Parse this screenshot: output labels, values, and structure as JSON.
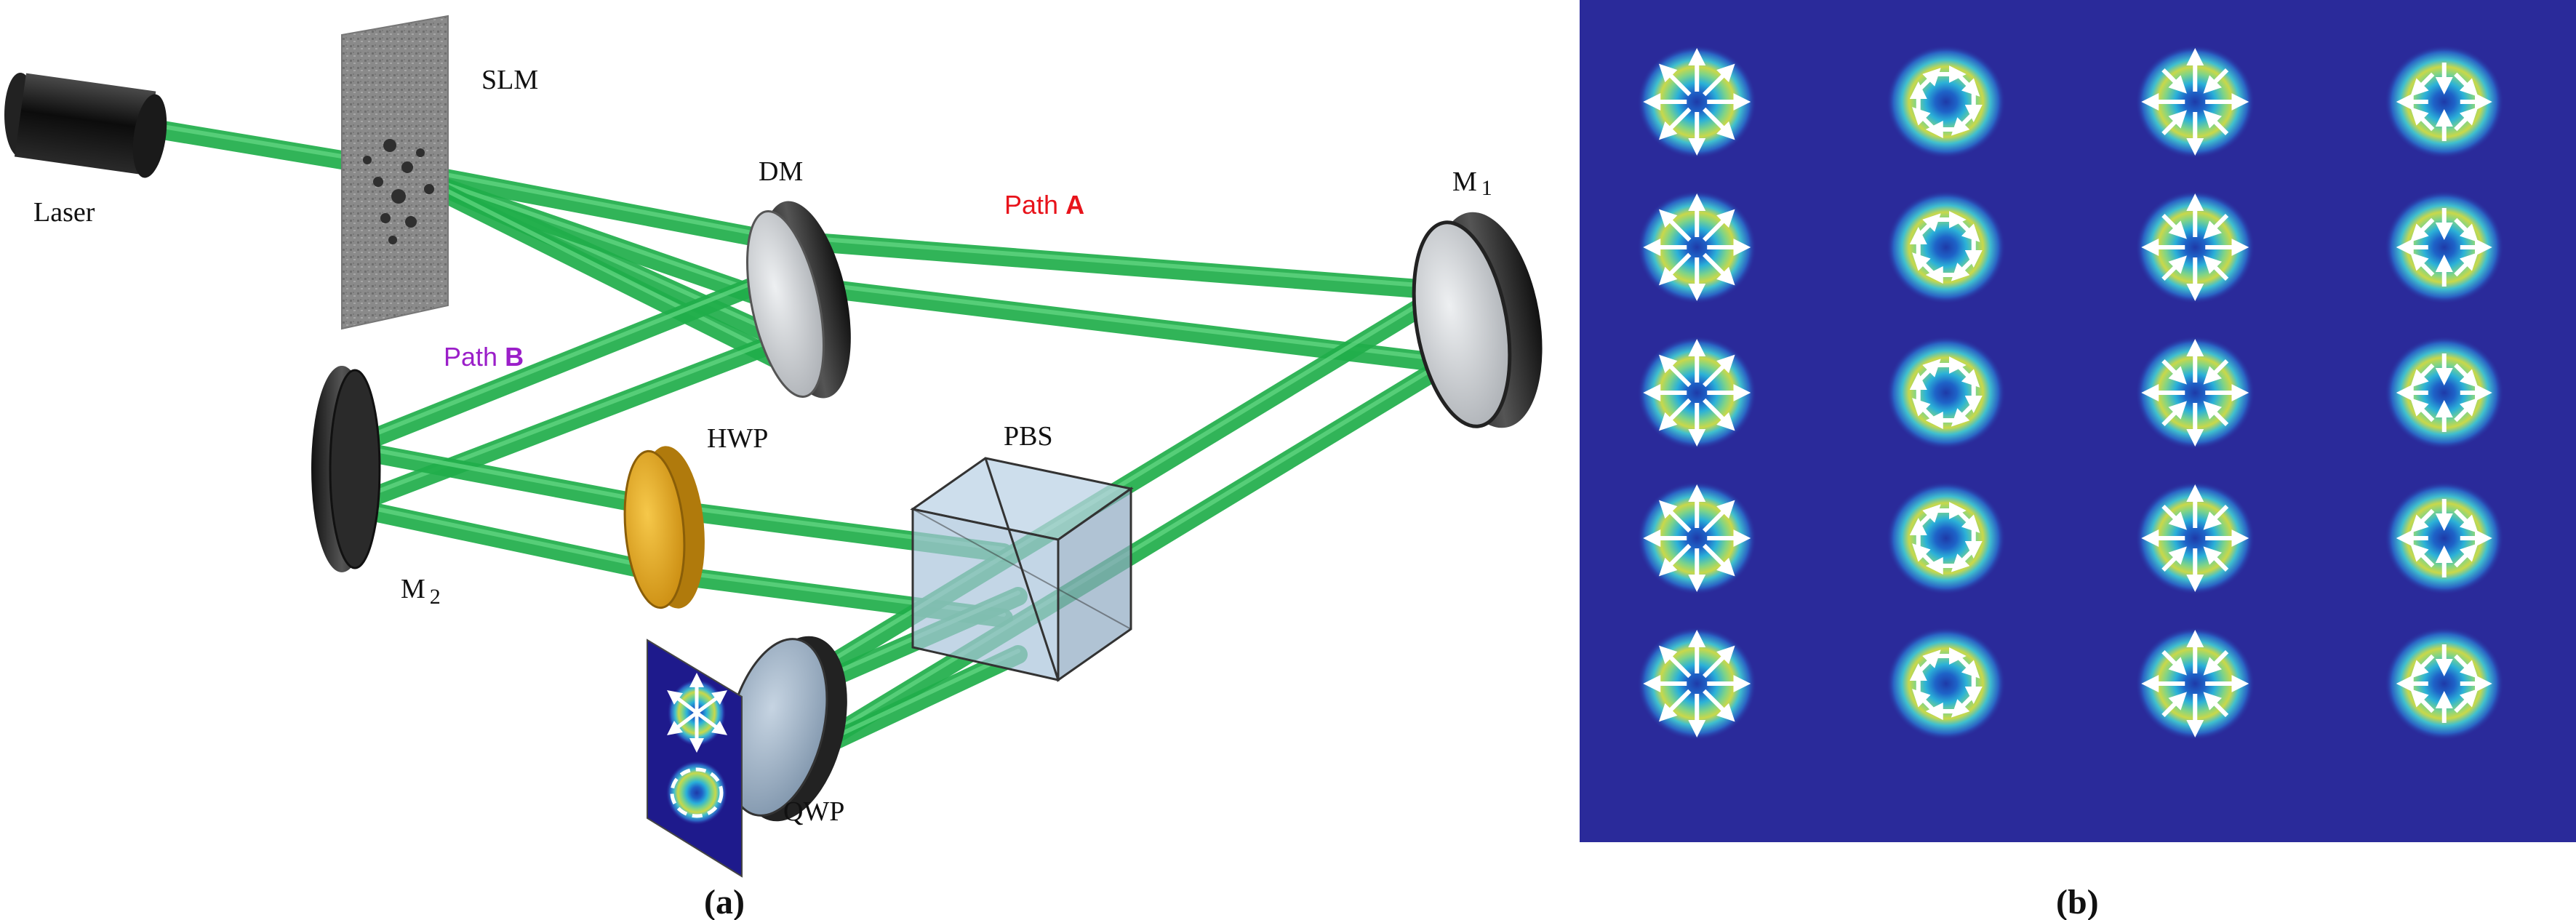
{
  "panel_a": {
    "labels": {
      "slm": "SLM",
      "laser": "Laser",
      "dm": "DM",
      "m1_main": "M",
      "m1_sub": "1",
      "m2_main": "M",
      "m2_sub": "2",
      "hwp": "HWP",
      "pbs": "PBS",
      "qwp": "QWP",
      "path_a_prefix": "Path ",
      "path_a_letter": "A",
      "path_b_prefix": "Path ",
      "path_b_letter": "B"
    },
    "caption": "(a)",
    "colors": {
      "beam": "#1fae4a",
      "beam_highlight": "#6fe08e",
      "path_a": "#e8131b",
      "path_b": "#9b1fc9",
      "hwp": "#e8ad1c",
      "pbs": "#a9c4dc",
      "mirror_rim": "#1b1b1b",
      "mirror_face": "#c9ccd0",
      "camera_bg": "#1e1a8c"
    }
  },
  "panel_b": {
    "caption": "(b)",
    "grid": {
      "rows": 5,
      "cols": 4
    },
    "column_modes": [
      "radial",
      "azimuthal",
      "hybrid",
      "anti-vortex"
    ],
    "colors": {
      "background": "#2a2a9a",
      "arrow": "#ffffff"
    }
  }
}
